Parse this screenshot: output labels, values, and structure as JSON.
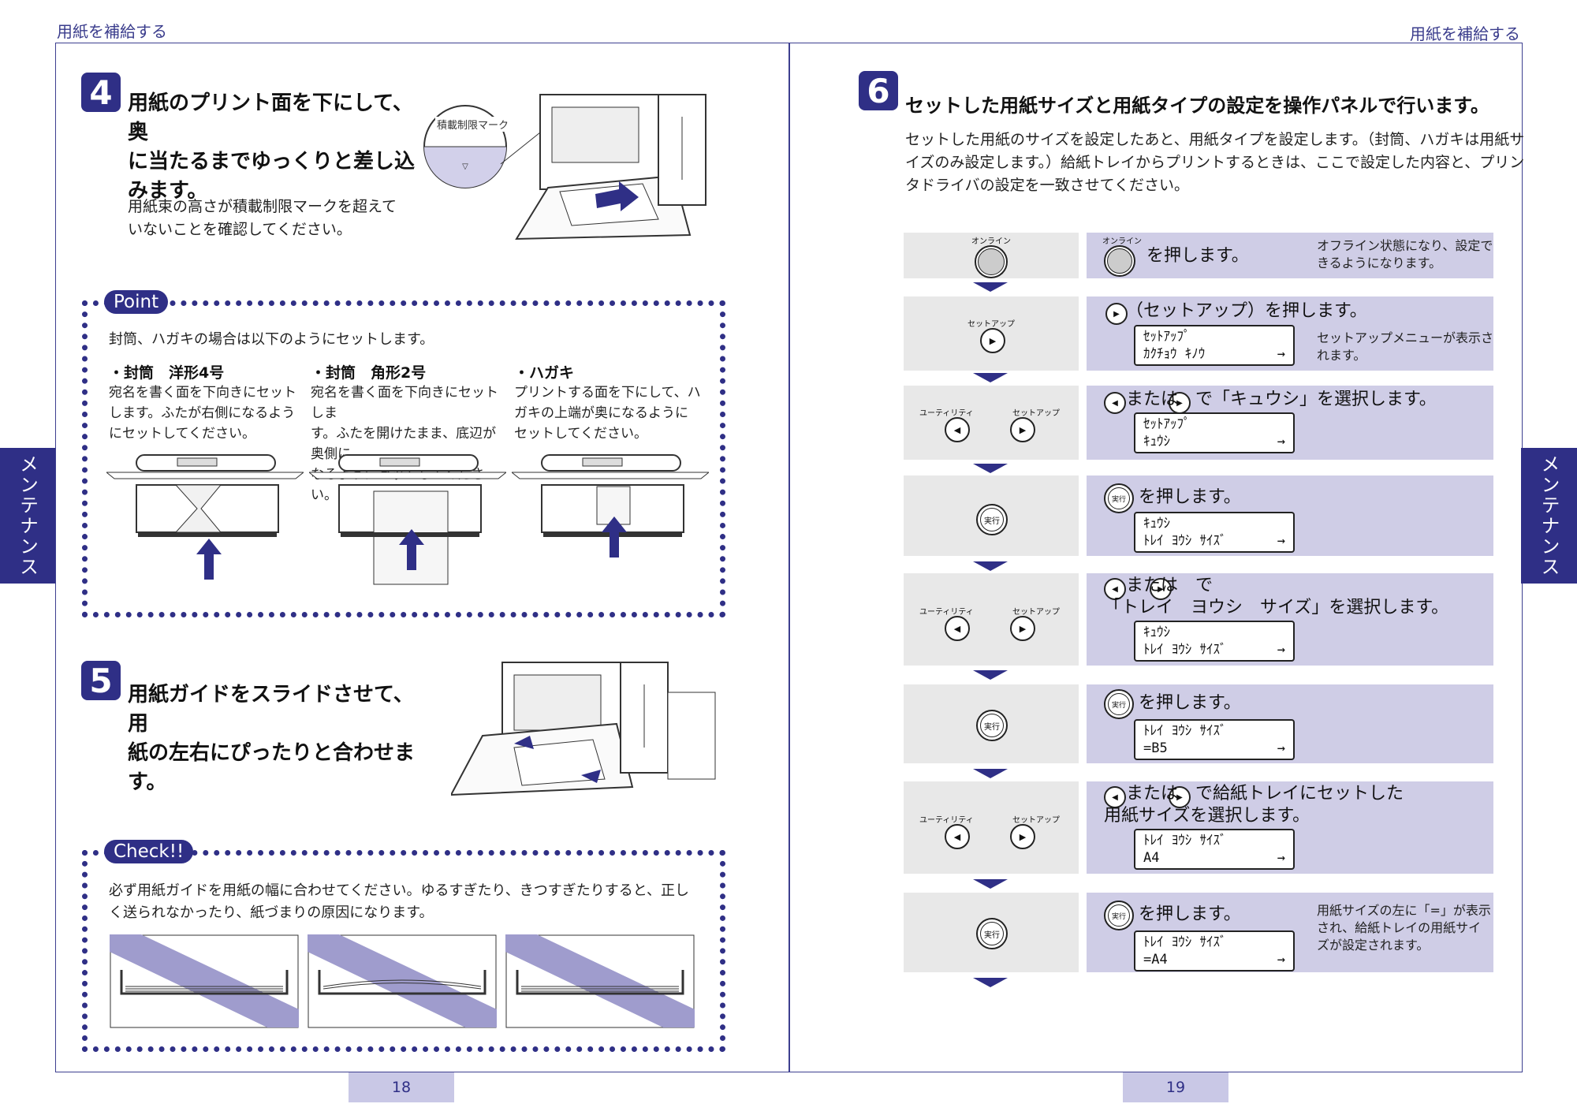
{
  "header": {
    "left_title": "用紙を補給する",
    "right_title": "用紙を補給する"
  },
  "side_tab": {
    "label": "メンテナンス"
  },
  "step4": {
    "number": "4",
    "title_lines": [
      "用紙のプリント面を下にして、奥",
      "に当たるまでゆっくりと差し込",
      "みます。"
    ],
    "body_lines": [
      "用紙束の高さが積載制限マークを超えて",
      "いないことを確認してください。"
    ],
    "callout": "積載制限マーク"
  },
  "point": {
    "tag": "Point",
    "intro": "封筒、ハガキの場合は以下のようにセットします。",
    "cols": [
      {
        "heading": "・封筒　洋形4号",
        "lines": [
          "宛名を書く面を下向きにセット",
          "します。ふたが右側になるよう",
          "にセットしてください。"
        ]
      },
      {
        "heading": "・封筒　角形2号",
        "lines": [
          "宛名を書く面を下向きにセットしま",
          "す。ふたを開けたまま、底辺が奥側に",
          "なるようにセットしてください。"
        ]
      },
      {
        "heading": "・ハガキ",
        "lines": [
          "プリントする面を下にして、ハ",
          "ガキの上端が奥になるように",
          "セットしてください。"
        ]
      }
    ]
  },
  "step5": {
    "number": "5",
    "title_lines": [
      "用紙ガイドをスライドさせて、用",
      "紙の左右にぴったりと合わせま",
      "す。"
    ]
  },
  "check": {
    "tag": "Check!!",
    "lines": [
      "必ず用紙ガイドを用紙の幅に合わせてください。ゆるすぎたり、きつすぎたりすると、正し",
      "く送られなかったり、紙づまりの原因になります。"
    ]
  },
  "step6": {
    "number": "6",
    "title": "セットした用紙サイズと用紙タイプの設定を操作パネルで行います。",
    "body_lines": [
      "セットした用紙のサイズを設定したあと、用紙タイプを設定します。（封筒、ハガキは用紙サ",
      "イズのみ設定します。）給紙トレイからプリントするときは、ここで設定した内容と、プリン",
      "タドライバの設定を一致させてください。"
    ]
  },
  "buttons": {
    "online": "オンライン",
    "setup": "セットアップ",
    "utility": "ユーティリティ",
    "exec": "実行"
  },
  "panel_rows": [
    {
      "kind": "online",
      "instr": "を押します。",
      "note_lines": [
        "オフライン状態になり、設定で",
        "きるようになります。"
      ]
    },
    {
      "kind": "setup",
      "instr": "（セットアップ）を押します。",
      "lcd": [
        "ｾｯﾄｱｯﾌﾟ",
        "ｶｸﾁｮｳ ｷﾉｳ"
      ],
      "note_lines": [
        "セットアップメニューが表示さ",
        "れます。"
      ]
    },
    {
      "kind": "util",
      "instr": "または　で「キュウシ」を選択します。",
      "lcd": [
        "ｾｯﾄｱｯﾌﾟ",
        "ｷｭｳｼ"
      ]
    },
    {
      "kind": "exec",
      "instr": "を押します。",
      "lcd": [
        "ｷｭｳｼ",
        "ﾄﾚｲ ﾖｳｼ ｻｲｽﾞ"
      ]
    },
    {
      "kind": "util",
      "instr_lines": [
        "または　で",
        "「トレイ　ヨウシ　サイズ」を選択します。"
      ],
      "lcd": [
        "ｷｭｳｼ",
        "ﾄﾚｲ ﾖｳｼ ｻｲｽﾞ"
      ]
    },
    {
      "kind": "exec",
      "instr": "を押します。",
      "lcd": [
        "ﾄﾚｲ ﾖｳｼ ｻｲｽﾞ",
        "=B5"
      ]
    },
    {
      "kind": "util",
      "instr_lines": [
        "または　で給紙トレイにセットした",
        "用紙サイズを選択します。"
      ],
      "lcd": [
        "ﾄﾚｲ ﾖｳｼ ｻｲｽﾞ",
        "A4"
      ]
    },
    {
      "kind": "exec",
      "instr": "を押します。",
      "lcd": [
        "ﾄﾚｲ ﾖｳｼ ｻｲｽﾞ",
        "=A4"
      ],
      "note_lines": [
        "用紙サイズの左に「=」が表示",
        "され、給紙トレイの用紙サイ",
        "ズが設定されます。"
      ]
    }
  ],
  "lcd_arrow": "→",
  "pages": {
    "left": "18",
    "right": "19"
  },
  "colors": {
    "accent": "#2f2f86",
    "lavender": "#cfcde6",
    "grey": "#e8e8e8"
  }
}
